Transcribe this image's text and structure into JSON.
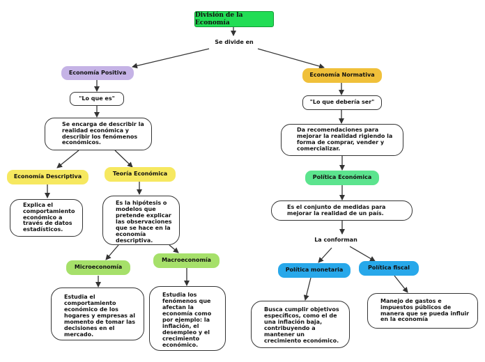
{
  "title": "División de la Economía",
  "connectors": {
    "divide": "Se divide en",
    "conforman": "La conforman"
  },
  "positiva": {
    "label": "Economía Positiva",
    "quote": "\"Lo que es\"",
    "desc": "Se encarga de describir la realidad económica y describir los fenómenos económicos.",
    "descriptiva": {
      "label": "Economía Descriptiva",
      "desc": "Explica el comportamiento económico a través de datos estadísticos."
    },
    "teoria": {
      "label": "Teoría Económica",
      "desc": "Es la hipótesis o modelos que pretende explicar las observaciones que se hace en la economía descriptiva.",
      "micro": {
        "label": "Microeconomía",
        "desc": "Estudia el comportamiento económico de los hogares y empresas al momento de tomar las decisiones en el mercado."
      },
      "macro": {
        "label": "Macroeconomía",
        "desc": "Estudia los fenómenos que afectan la economía como por ejemplo: la inflación, el desempleo y el crecimiento económico."
      }
    }
  },
  "normativa": {
    "label": "Economía Normativa",
    "quote": "\"Lo que debería ser\"",
    "desc": "Da recomendaciones para mejorar la realidad rigiendo la forma de comprar, vender y comercializar.",
    "politica": {
      "label": "Política Económica",
      "desc": "Es el conjunto de medidas para mejorar la realidad de un país.",
      "monetaria": {
        "label": "Política monetaria",
        "desc": "Busca cumplir objetivos específicos, como el de una inflación baja, contribuyendo a mantener un crecimiento económico."
      },
      "fiscal": {
        "label": "Política fiscal",
        "desc": "Manejo de gastos e impuestos públicos de manera que se pueda influir en la economía"
      }
    }
  }
}
